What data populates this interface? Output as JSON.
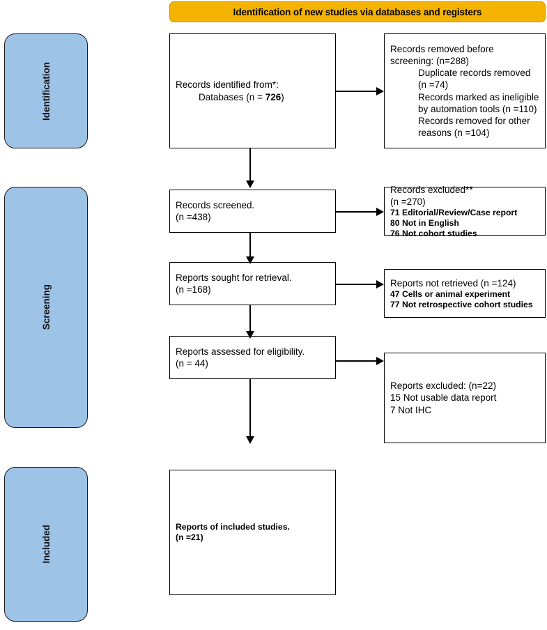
{
  "banner": {
    "title": "Identification of new studies via databases and registers"
  },
  "stages": [
    {
      "label": "Identification"
    },
    {
      "label": "Screening"
    },
    {
      "label": "Included"
    }
  ],
  "nodes": {
    "identified": {
      "line1": "Records identified from*:",
      "line2": "Databases (n = ",
      "count": "726",
      "line2_end": ")"
    },
    "removed": {
      "line1a": "Records removed ",
      "line1b": "before",
      "line2a": "screening",
      "line2b": ": (n=288)",
      "item1": "Duplicate records removed (n =74)",
      "item2": "Records marked as ineligible by automation tools (n =110)",
      "item3": "Records removed for other reasons (n =104)"
    },
    "screened": {
      "line1": "Records screened.",
      "line2": "(n =438)"
    },
    "excluded_records": {
      "line1": "Records excluded**",
      "line2": "(n =270)",
      "item1": "71 Editorial/Review/Case report",
      "item2": "80 Not in English",
      "item3": "76 Not cohort studies"
    },
    "sought": {
      "line1": "Reports sought for retrieval.",
      "line2": "(n =168)"
    },
    "not_retrieved": {
      "line1": "Reports not retrieved (n =124)",
      "item1": "47 Cells or animal experiment",
      "item2": "77 Not retrospective cohort studies"
    },
    "assessed": {
      "line1": "Reports assessed for eligibility.",
      "line2": "(n = 44)"
    },
    "excluded_reports": {
      "line1": "Reports excluded: (n=22)",
      "item1": "15 Not usable data report",
      "item2": "7 Not IHC"
    },
    "included": {
      "line1": "Reports of included studies.",
      "line2": "(n =21)"
    }
  },
  "colors": {
    "banner_fill": "#F5B301",
    "stage_fill": "#9DC3E6",
    "box_border": "#000000",
    "page_background": "#FFFFFF"
  }
}
